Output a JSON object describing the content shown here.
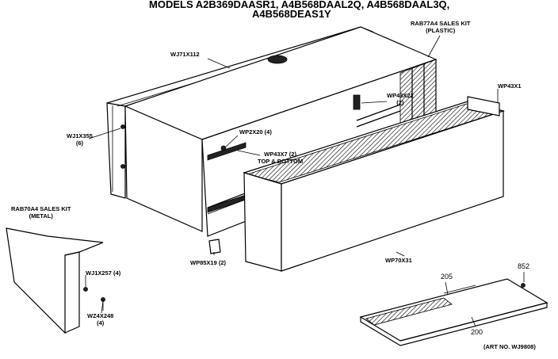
{
  "title": {
    "line1": "MODELS A2B369DAASR1, A4B568DAAL2Q, A4B568DAAL3Q,",
    "line2": "A4B568DEAS1Y"
  },
  "labels": {
    "rab77a4": "RAB77A4 SALES KIT",
    "rab77a4_sub": "(PLASTIC)",
    "wj71x112": "WJ71X112",
    "wp43x1": "WP43X1",
    "wp43x22": "WP43X22",
    "wp43x22_qty": "(2)",
    "wj1x355": "WJ1X355",
    "wj1x355_qty": "(6)",
    "wp2x20": "WP2X20 (4)",
    "wp43x7": "WP43X7 (2)",
    "wp43x7_sub": "TOP & BOTTOM",
    "rab70a4": "RAB70A4 SALES KIT",
    "rab70a4_sub": "(METAL)",
    "wj1x257": "WJ1X257 (4)",
    "wz4x248": "WZ4X248",
    "wz4x248_qty": "(4)",
    "wp85x19": "WP85X19 (2)",
    "wp70x31": "WP70X31",
    "n852": "852",
    "n205": "205",
    "n200": "200",
    "art_no": "(ART NO. WJ9808)"
  }
}
